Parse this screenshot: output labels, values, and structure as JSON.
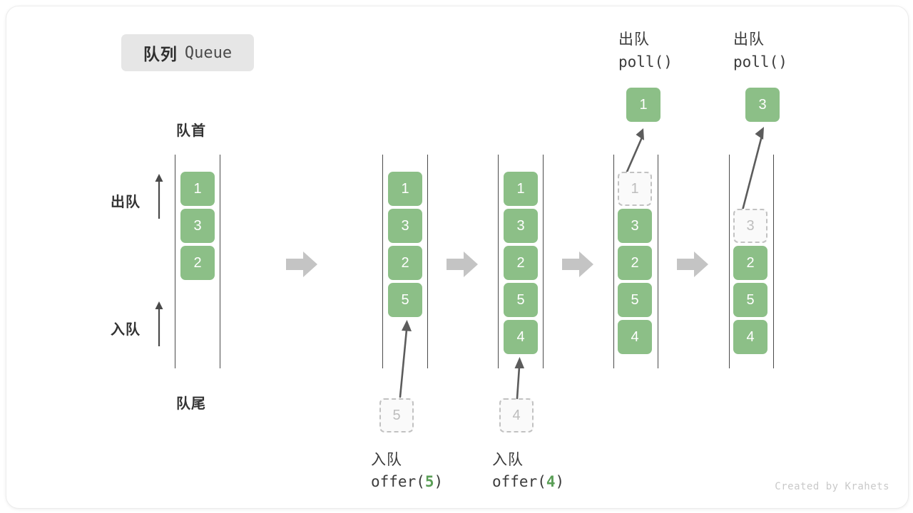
{
  "title": {
    "cn": "队列",
    "en": "Queue"
  },
  "labels": {
    "front": "队首",
    "rear": "队尾",
    "dequeue": "出队",
    "enqueue": "入队"
  },
  "colors": {
    "element_fill": "#8cbf87",
    "element_text": "#ffffff",
    "ghost_border": "#c2c2c2",
    "ghost_text": "#bdbdbd",
    "rail": "#4a4a4a",
    "step_arrow": "#c4c4c4",
    "chip_bg": "#e6e6e6",
    "accent_green": "#5a9e56",
    "card_bg": "#ffffff",
    "footer_text": "#c9c9c9"
  },
  "footer": "Created by Krahets",
  "chart_data": {
    "type": "diagram",
    "title": "队列 Queue",
    "structure": "queue",
    "steps": [
      {
        "index": 0,
        "name": "initial-state",
        "cells": [
          {
            "value": "1",
            "state": "filled"
          },
          {
            "value": "3",
            "state": "filled"
          },
          {
            "value": "2",
            "state": "filled"
          }
        ],
        "operation": null,
        "operation_cn": null,
        "operation_code": null,
        "operation_arg": null,
        "incoming": null,
        "outgoing": null
      },
      {
        "index": 1,
        "name": "after-offer-5",
        "cells": [
          {
            "value": "1",
            "state": "filled"
          },
          {
            "value": "3",
            "state": "filled"
          },
          {
            "value": "2",
            "state": "filled"
          },
          {
            "value": "5",
            "state": "filled"
          }
        ],
        "operation": "offer",
        "operation_cn": "入队",
        "operation_code_prefix": "offer(",
        "operation_arg": "5",
        "operation_code_suffix": ")",
        "incoming": {
          "value": "5",
          "state": "ghost"
        },
        "outgoing": null
      },
      {
        "index": 2,
        "name": "after-offer-4",
        "cells": [
          {
            "value": "1",
            "state": "filled"
          },
          {
            "value": "3",
            "state": "filled"
          },
          {
            "value": "2",
            "state": "filled"
          },
          {
            "value": "5",
            "state": "filled"
          },
          {
            "value": "4",
            "state": "filled"
          }
        ],
        "operation": "offer",
        "operation_cn": "入队",
        "operation_code_prefix": "offer(",
        "operation_arg": "4",
        "operation_code_suffix": ")",
        "incoming": {
          "value": "4",
          "state": "ghost"
        },
        "outgoing": null
      },
      {
        "index": 3,
        "name": "after-poll-1",
        "cells": [
          {
            "value": "1",
            "state": "ghost"
          },
          {
            "value": "3",
            "state": "filled"
          },
          {
            "value": "2",
            "state": "filled"
          },
          {
            "value": "5",
            "state": "filled"
          },
          {
            "value": "4",
            "state": "filled"
          }
        ],
        "operation": "poll",
        "operation_cn": "出队",
        "operation_code_prefix": "poll(",
        "operation_arg": "",
        "operation_code_suffix": ")",
        "incoming": null,
        "outgoing": {
          "value": "1",
          "state": "filled"
        }
      },
      {
        "index": 4,
        "name": "after-poll-3",
        "cells": [
          {
            "value": "",
            "state": "empty"
          },
          {
            "value": "3",
            "state": "ghost"
          },
          {
            "value": "2",
            "state": "filled"
          },
          {
            "value": "5",
            "state": "filled"
          },
          {
            "value": "4",
            "state": "filled"
          }
        ],
        "operation": "poll",
        "operation_cn": "出队",
        "operation_code_prefix": "poll(",
        "operation_arg": "",
        "operation_code_suffix": ")",
        "incoming": null,
        "outgoing": {
          "value": "3",
          "state": "filled"
        }
      }
    ],
    "annotations": {
      "front_label": "队首",
      "rear_label": "队尾",
      "dequeue_direction_label": "出队",
      "enqueue_direction_label": "入队",
      "dequeue_arrow": "up",
      "enqueue_arrow": "up"
    },
    "step_arrows": 4
  }
}
